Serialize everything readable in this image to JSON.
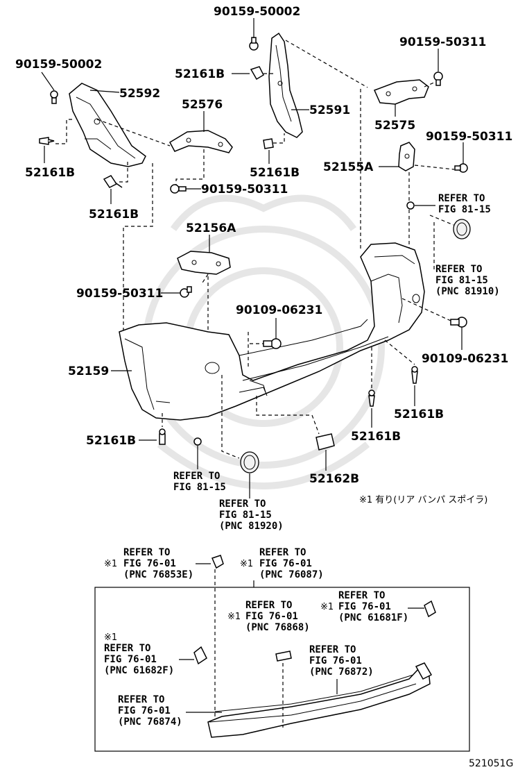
{
  "labels": {
    "p_90159_50002_top": "90159-50002",
    "p_90159_50002_left": "90159-50002",
    "p_52592": "52592",
    "p_52161b_1": "52161B",
    "p_52161b_2": "52161B",
    "p_52161b_3": "52161B",
    "p_52161b_4": "52161B",
    "p_52161b_5": "52161B",
    "p_52161b_6": "52161B",
    "p_52161b_7": "52161B",
    "p_52576": "52576",
    "p_90159_50311_a": "90159-50311",
    "p_90159_50311_b": "90159-50311",
    "p_90159_50311_c": "90159-50311",
    "p_90159_50311_d": "90159-50311",
    "p_52591": "52591",
    "p_52575": "52575",
    "p_52155a": "52155A",
    "p_52156a": "52156A",
    "p_90109_06231_a": "90109-06231",
    "p_90109_06231_b": "90109-06231",
    "p_52159": "52159",
    "p_52162b": "52162B",
    "fig_code": "521051G"
  },
  "refs": {
    "r_81_15_right": [
      "REFER TO",
      "FIG 81-15"
    ],
    "r_81910": [
      "REFER TO",
      "FIG 81-15",
      "(PNC 81910)"
    ],
    "r_81_15_bottom": [
      "REFER TO",
      "FIG 81-15"
    ],
    "r_81920": [
      "REFER TO",
      "FIG 81-15",
      "(PNC 81920)"
    ],
    "r_76853e": [
      "REFER TO",
      "FIG 76-01",
      "(PNC 76853E)"
    ],
    "r_76087": [
      "REFER TO",
      "FIG 76-01",
      "(PNC 76087)"
    ],
    "r_76868": [
      "REFER TO",
      "FIG 76-01",
      "(PNC 76868)"
    ],
    "r_61681f": [
      "REFER TO",
      "FIG 76-01",
      "(PNC 61681F)"
    ],
    "r_61682f": [
      "REFER TO",
      "FIG 76-01",
      "(PNC 61682F)"
    ],
    "r_76872": [
      "REFER TO",
      "FIG 76-01",
      "(PNC 76872)"
    ],
    "r_76874": [
      "REFER TO",
      "FIG 76-01",
      "(PNC 76874)"
    ]
  },
  "notes": {
    "mark": "※1",
    "spoiler_note": "※1 有り(リア バンパ スポイラ)"
  }
}
